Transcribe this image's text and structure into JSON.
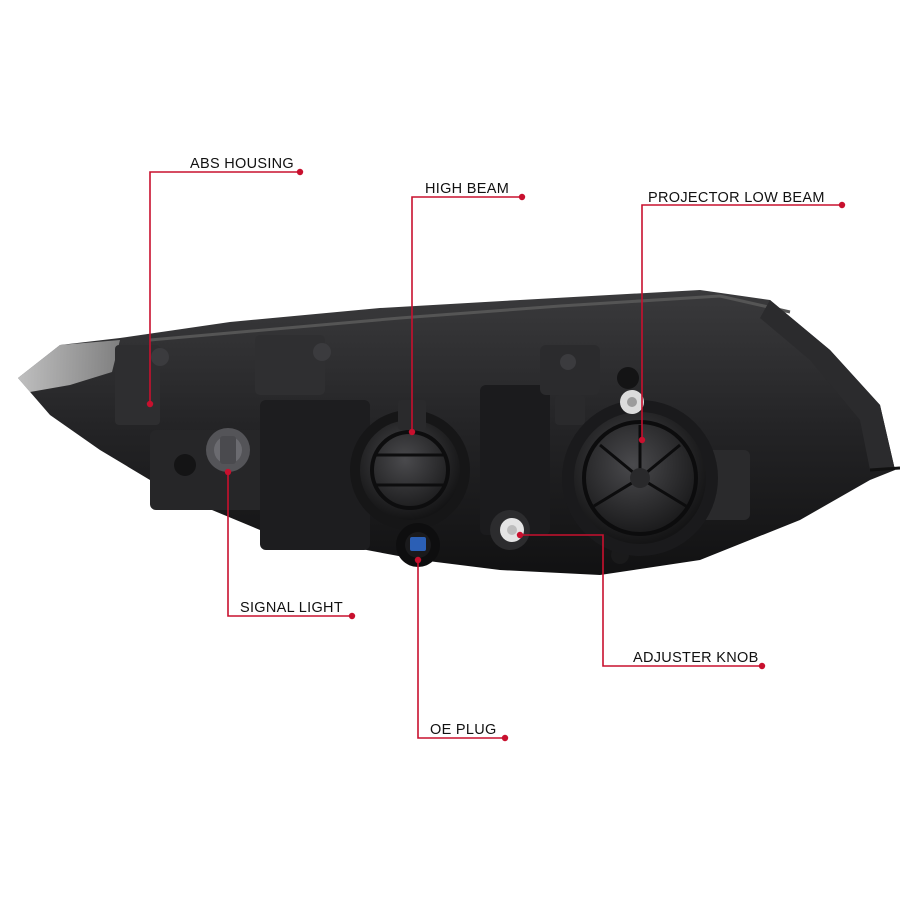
{
  "accent_color": "#c8102e",
  "product": "headlight-rear-housing",
  "callouts": [
    {
      "id": "abs-housing",
      "label": "ABS HOUSING"
    },
    {
      "id": "high-beam",
      "label": "HIGH BEAM"
    },
    {
      "id": "projector-low-beam",
      "label": "PROJECTOR LOW BEAM"
    },
    {
      "id": "signal-light",
      "label": "SIGNAL LIGHT"
    },
    {
      "id": "oe-plug",
      "label": "OE PLUG"
    },
    {
      "id": "adjuster-knob",
      "label": "ADJUSTER KNOB"
    }
  ]
}
